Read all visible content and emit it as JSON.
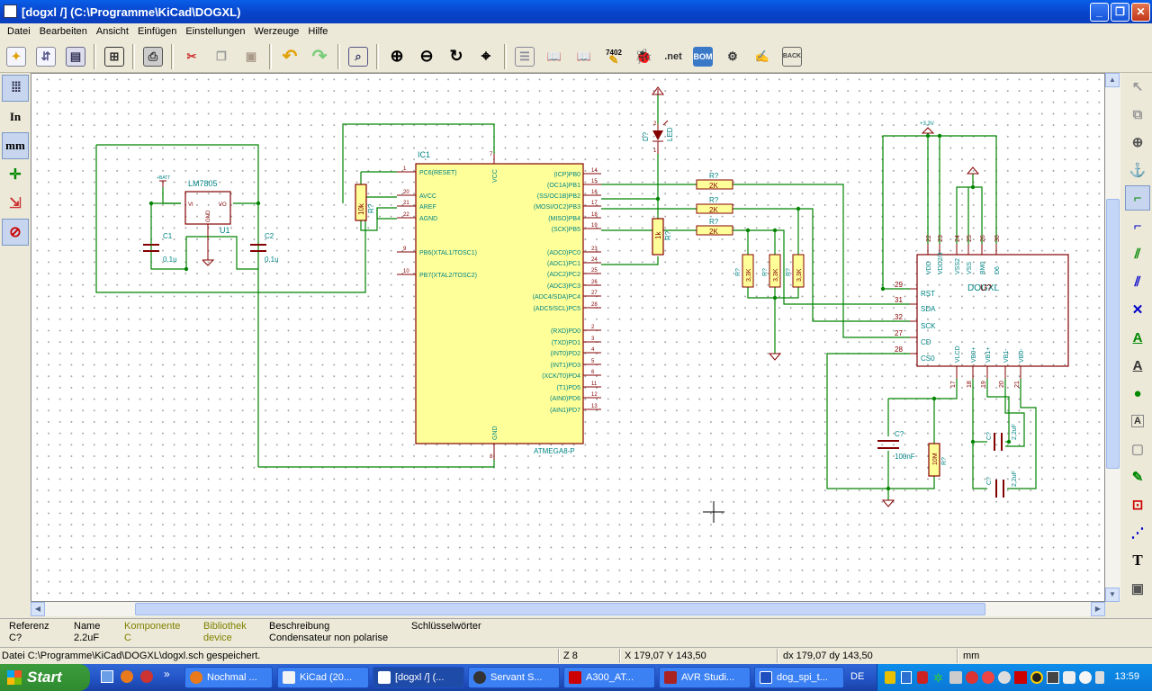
{
  "window": {
    "title": "[dogxl /] (C:\\Programme\\KiCad\\DOGXL)",
    "min": "_",
    "max": "❐",
    "close": "✕"
  },
  "menu": [
    "Datei",
    "Bearbeiten",
    "Ansicht",
    "Einfügen",
    "Einstellungen",
    "Werzeuge",
    "Hilfe"
  ],
  "toolbar": {
    "tool_7402": "7402",
    "tool_net": ".net",
    "tool_bom": "BOM",
    "tool_back": "BACK"
  },
  "left_tools": {
    "inch": "In",
    "mm": "mm"
  },
  "right_tools": {
    "text_a": "A",
    "text_t": "T"
  },
  "schematic": {
    "ic1": {
      "ref": "IC1",
      "value": "ATMEGA8-P",
      "left_pins": [
        {
          "num": "1",
          "name": "PC6(RESET)"
        },
        {
          "num": "20",
          "name": "AVCC"
        },
        {
          "num": "21",
          "name": "AREF"
        },
        {
          "num": "22",
          "name": "AGND"
        },
        {
          "num": "9",
          "name": "PB6(XTAL1/TOSC1)"
        },
        {
          "num": "10",
          "name": "PB7(XTAL2/TOSC2)"
        }
      ],
      "right_pins": [
        {
          "num": "14",
          "name": "(ICP)PB0"
        },
        {
          "num": "15",
          "name": "(OC1A)PB1"
        },
        {
          "num": "16",
          "name": "(SS/OC1B)PB2"
        },
        {
          "num": "17",
          "name": "(MOSI/OC2)PB3"
        },
        {
          "num": "18",
          "name": "(MISO)PB4"
        },
        {
          "num": "19",
          "name": "(SCK)PB5"
        },
        {
          "num": "23",
          "name": "(ADC0)PC0"
        },
        {
          "num": "24",
          "name": "(ADC1)PC1"
        },
        {
          "num": "25",
          "name": "(ADC2)PC2"
        },
        {
          "num": "26",
          "name": "(ADC3)PC3"
        },
        {
          "num": "27",
          "name": "(ADC4/SDA)PC4"
        },
        {
          "num": "28",
          "name": "(ADC5/SCL)PC5"
        },
        {
          "num": "2",
          "name": "(RXD)PD0"
        },
        {
          "num": "3",
          "name": "(TXD)PD1"
        },
        {
          "num": "4",
          "name": "(INT0)PD2"
        },
        {
          "num": "5",
          "name": "(INT1)PD3"
        },
        {
          "num": "6",
          "name": "(XCK/T0)PD4"
        },
        {
          "num": "11",
          "name": "(T1)PD5"
        },
        {
          "num": "12",
          "name": "(AIN0)PD6"
        },
        {
          "num": "13",
          "name": "(AIN1)PD7"
        }
      ],
      "vcc": "VCC",
      "gnd": "GND",
      "vcc_num": "7",
      "gnd_num": "8"
    },
    "reg": {
      "value": "LM7805",
      "ref": "U1",
      "vi": "VI",
      "vo": "VO",
      "gnd": "GND",
      "batt": "+BATT"
    },
    "c1": {
      "ref": "C1",
      "value": "0,1u"
    },
    "c2": {
      "ref": "C2",
      "value": "0,1u"
    },
    "r_reset": {
      "ref": "R?",
      "value": "10k"
    },
    "led": {
      "ref": "D?",
      "value": "LED",
      "p1": "1",
      "p2": "2"
    },
    "r_led": {
      "ref": "R?",
      "value": "1k"
    },
    "r_series": [
      {
        "ref": "R?",
        "value": "2K"
      },
      {
        "ref": "R?",
        "value": "2K"
      },
      {
        "ref": "R?",
        "value": "2K"
      }
    ],
    "r_pull": [
      {
        "ref": "R?",
        "value": "3,3K"
      },
      {
        "ref": "R?",
        "value": "3,3K"
      },
      {
        "ref": "R?",
        "value": "3,3K"
      }
    ],
    "dogxl": {
      "value": "DOGXL",
      "ref": "U?",
      "top_pins": [
        {
          "num": "22",
          "name": "VDD"
        },
        {
          "num": "23",
          "name": "VDD2/3"
        },
        {
          "num": "24",
          "name": "VSS2"
        },
        {
          "num": "25",
          "name": "VSS"
        },
        {
          "num": "26",
          "name": "BM0"
        },
        {
          "num": "30",
          "name": "D6"
        }
      ],
      "left_pins": [
        {
          "num": "29",
          "name": "RST"
        },
        {
          "num": "31",
          "name": "SDA"
        },
        {
          "num": "32",
          "name": "SCK"
        },
        {
          "num": "27",
          "name": "CD"
        },
        {
          "num": "28",
          "name": "CS0"
        }
      ],
      "bottom_pins": [
        {
          "num": "17",
          "name": "VLCD"
        },
        {
          "num": "18",
          "name": "VB0+"
        },
        {
          "num": "19",
          "name": "VB1+"
        },
        {
          "num": "20",
          "name": "VB1-"
        },
        {
          "num": "21",
          "name": "VB0-"
        }
      ]
    },
    "pwr33": "+3,3V",
    "c_vlcd": {
      "ref": "C?",
      "value": "100nF"
    },
    "r_vlcd": {
      "ref": "R?",
      "value": "10M"
    },
    "c_b1": {
      "ref": "C?",
      "value": "2,2uF"
    },
    "c_b2": {
      "ref": "C?",
      "value": "2,2uF"
    }
  },
  "info": {
    "headers": [
      "Referenz",
      "Name",
      "Komponente",
      "Bibliothek",
      "Beschreibung",
      "Schlüsselwörter"
    ],
    "values": [
      "C?",
      "2.2uF",
      "C",
      "device",
      "Condensateur non polarise",
      ""
    ]
  },
  "status": {
    "message": "Datei C:\\Programme\\KiCad\\DOGXL\\dogxl.sch gespeichert.",
    "zoom": "Z 8",
    "xy": "X 179,07  Y 143,50",
    "dxy": "dx 179,07  dy 143,50",
    "unit": "mm"
  },
  "taskbar": {
    "start": "Start",
    "tasks": [
      "Nochmal ...",
      "KiCad (20...",
      "[dogxl /] (...",
      "Servant S...",
      "A300_AT...",
      "AVR Studi...",
      "dog_spi_t..."
    ],
    "lang": "DE",
    "clock": "13:59",
    "chevron": "»"
  },
  "colors": {
    "wire": "#008400",
    "component": "#840000",
    "body_fill": "#ffff99",
    "pin_text": "#008484",
    "ref_text": "#008484"
  }
}
